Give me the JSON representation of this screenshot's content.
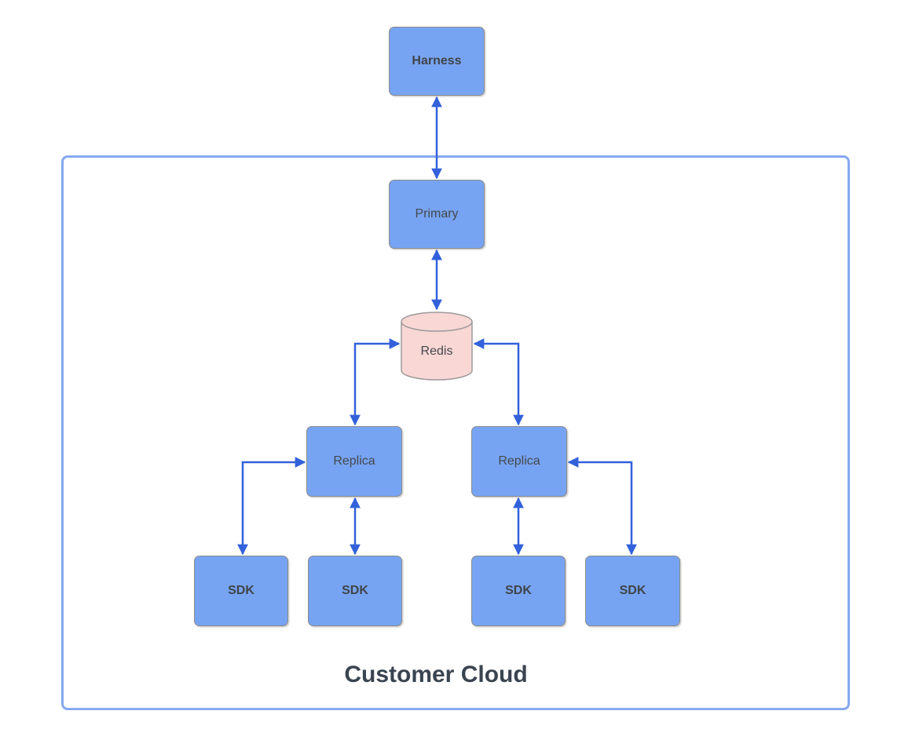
{
  "diagram_type": "architecture-diagram",
  "container": {
    "label": "Customer Cloud"
  },
  "nodes": {
    "harness": {
      "label": "Harness",
      "shape": "rectangle",
      "emphasis": "bold"
    },
    "primary": {
      "label": "Primary",
      "shape": "rectangle",
      "emphasis": "regular"
    },
    "redis": {
      "label": "Redis",
      "shape": "cylinder",
      "emphasis": "regular"
    },
    "replica_left": {
      "label": "Replica",
      "shape": "rectangle",
      "emphasis": "regular"
    },
    "replica_right": {
      "label": "Replica",
      "shape": "rectangle",
      "emphasis": "regular"
    },
    "sdk_1": {
      "label": "SDK",
      "shape": "rectangle",
      "emphasis": "bold"
    },
    "sdk_2": {
      "label": "SDK",
      "shape": "rectangle",
      "emphasis": "bold"
    },
    "sdk_3": {
      "label": "SDK",
      "shape": "rectangle",
      "emphasis": "bold"
    },
    "sdk_4": {
      "label": "SDK",
      "shape": "rectangle",
      "emphasis": "bold"
    }
  },
  "edges": [
    {
      "from": "harness",
      "to": "primary",
      "direction": "bidirectional"
    },
    {
      "from": "primary",
      "to": "redis",
      "direction": "bidirectional"
    },
    {
      "from": "redis",
      "to": "replica_left",
      "direction": "bidirectional"
    },
    {
      "from": "redis",
      "to": "replica_right",
      "direction": "bidirectional"
    },
    {
      "from": "replica_left",
      "to": "sdk_1",
      "direction": "bidirectional"
    },
    {
      "from": "replica_left",
      "to": "sdk_2",
      "direction": "bidirectional"
    },
    {
      "from": "replica_right",
      "to": "sdk_3",
      "direction": "bidirectional"
    },
    {
      "from": "replica_right",
      "to": "sdk_4",
      "direction": "bidirectional"
    }
  ],
  "colors": {
    "node_fill": "#77A4F2",
    "node_border": "#8C8C8C",
    "redis_fill": "#F8D7D4",
    "redis_border": "#9E9A9C",
    "arrow": "#3261DB",
    "container_border": "#86A9F0",
    "node_label": "#45494E",
    "title_text": "#3A4450",
    "background": "#FFFFFF"
  }
}
